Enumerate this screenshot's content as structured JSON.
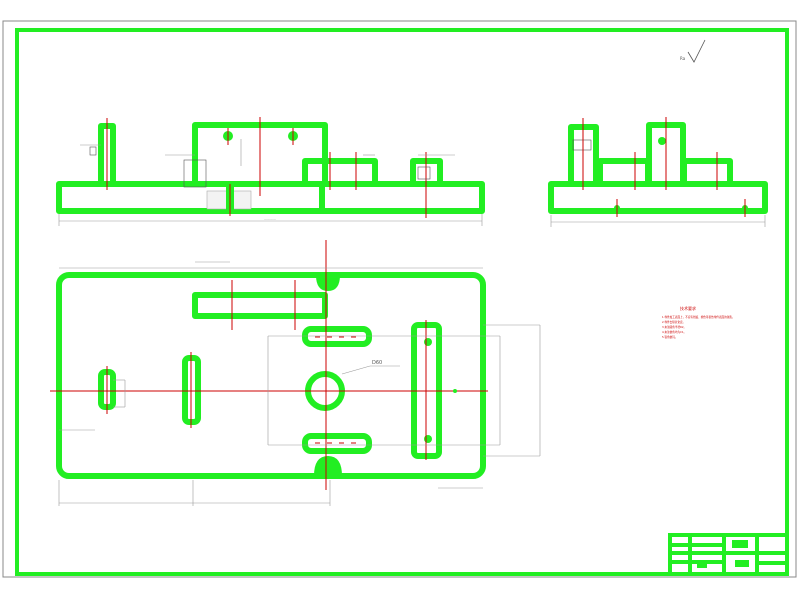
{
  "drawing": {
    "circle_label": "D60",
    "roughness_label": "Ra",
    "notes": {
      "title": "技术要求",
      "lines": [
        "1.零件加工表面上，不应有划痕、擦伤等损伤零件表面的缺陷。",
        "2.零件去除氧化皮。",
        "3.未注圆角半径R2。",
        "4.未注倒角均为C1。",
        "5.锐角倒钝。"
      ]
    },
    "title_block": {
      "name_cell": "",
      "scale_cell": ""
    }
  }
}
